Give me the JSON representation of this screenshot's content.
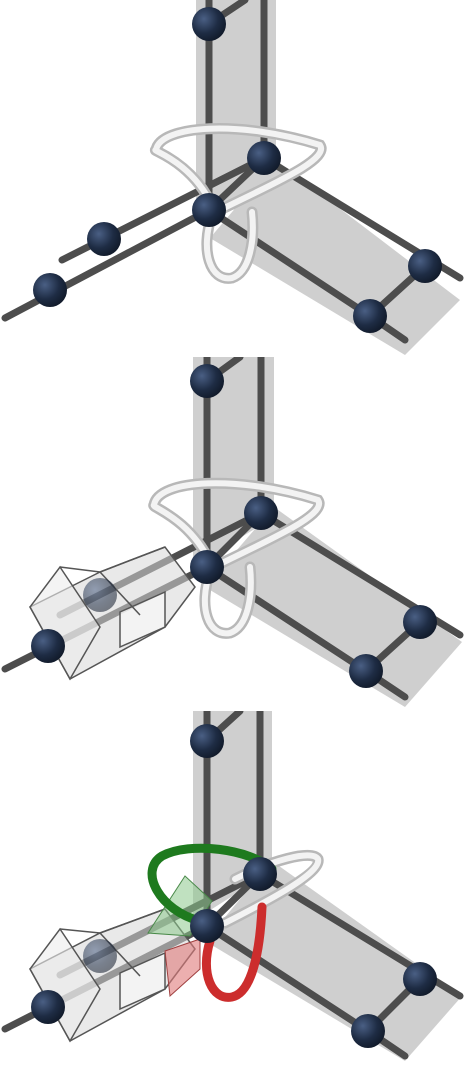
{
  "figure": {
    "panels": [
      {
        "id": "panel-1",
        "highlight": "none"
      },
      {
        "id": "panel-2",
        "highlight": "hexagonal-prism"
      },
      {
        "id": "panel-3",
        "highlight": "prism-with-colored-rings"
      }
    ]
  },
  "colors": {
    "atom": "#1e2c44",
    "bond": "#4d4d4d",
    "plane": "#cfcfcf",
    "ring": "#dcdcdc",
    "prism_face": "#d7d7d7",
    "green_ring": "#1e7a1e",
    "red_ring": "#cc2d2d"
  }
}
